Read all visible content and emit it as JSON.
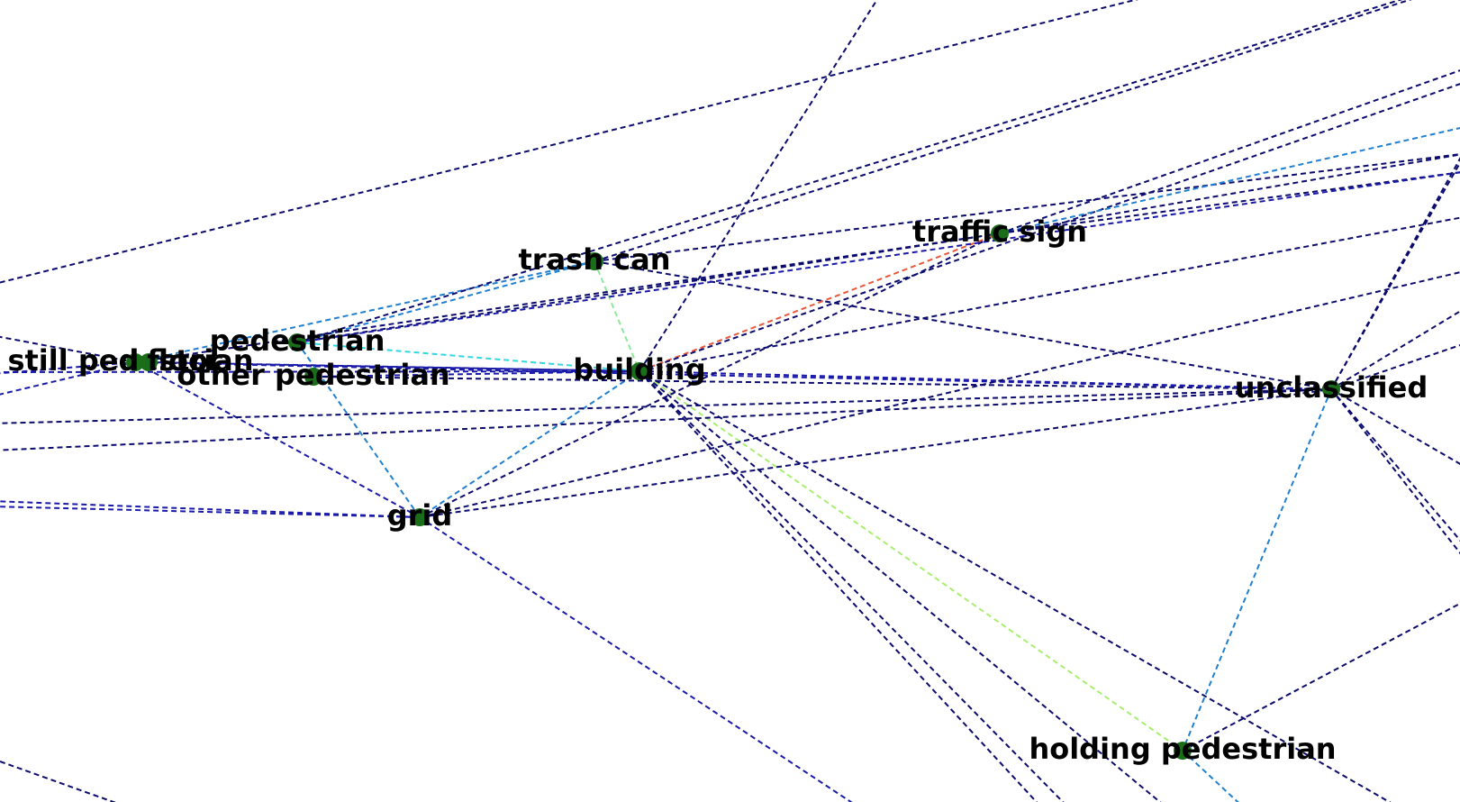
{
  "nodes": [
    {
      "id": "trash_can",
      "label": "trash can"
    },
    {
      "id": "traffic_sign",
      "label": "traffic sign"
    },
    {
      "id": "pedestrian",
      "label": "pedestrian"
    },
    {
      "id": "building",
      "label": "building"
    },
    {
      "id": "unclassified",
      "label": "unclassified"
    },
    {
      "id": "other_pedestrian",
      "label": "other pedestrian"
    },
    {
      "id": "grid",
      "label": "grid"
    },
    {
      "id": "holding_pedestrian",
      "label": "holding pedestrian"
    },
    {
      "id": "still_pedestrian",
      "label": "still pedestrian"
    },
    {
      "id": "floor",
      "label": "floor"
    }
  ],
  "colors": {
    "node": "#1a6e1a",
    "edge_weak": "#0b0b6e",
    "edge_blue": "#1a1aa8",
    "edge_mid": "#1f7fd0",
    "edge_cyan": "#34d6e0",
    "edge_green": "#8ee89a",
    "edge_lime": "#a8ef70",
    "edge_orange": "#e8583a"
  }
}
